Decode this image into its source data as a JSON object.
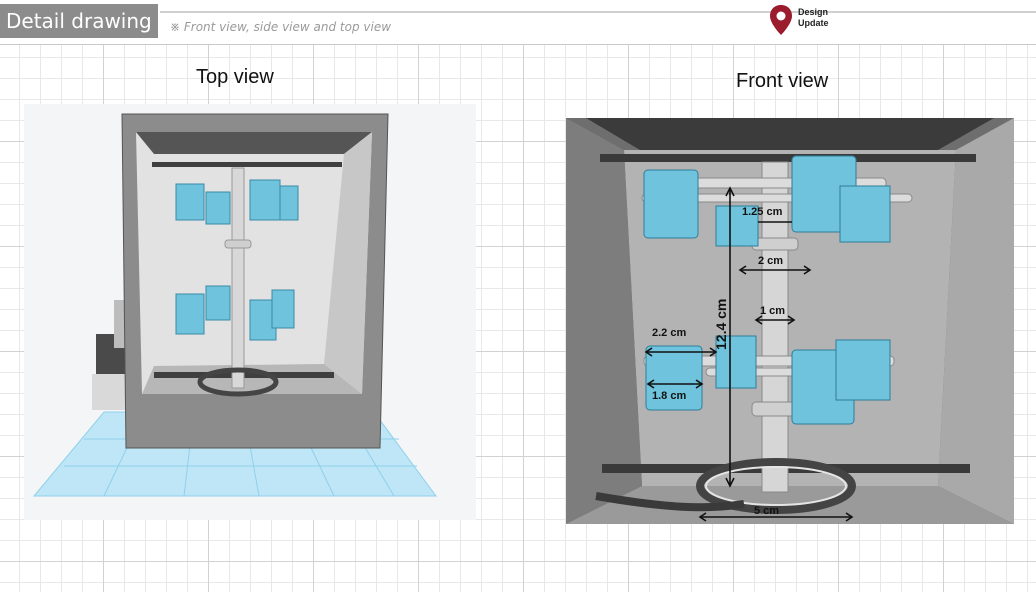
{
  "header": {
    "title": "Detail drawing",
    "subtitle": "※ Front view, side view and top view",
    "logo_line1": "Design",
    "logo_line2": "Update"
  },
  "views": {
    "top_view_label": "Top view",
    "front_view_label": "Front view"
  },
  "dimensions": {
    "d1": "1.25 cm",
    "d2": "2 cm",
    "d3": "1 cm",
    "d4": "2.2 cm",
    "d5": "1.8 cm",
    "d6": "12.4 cm",
    "d7": "5 cm"
  },
  "colors": {
    "logo_pin": "#9b1c2c",
    "cup": "#6fc3dc",
    "frame": "#8a8a8a",
    "floor_grid": "#a8dcf0"
  }
}
